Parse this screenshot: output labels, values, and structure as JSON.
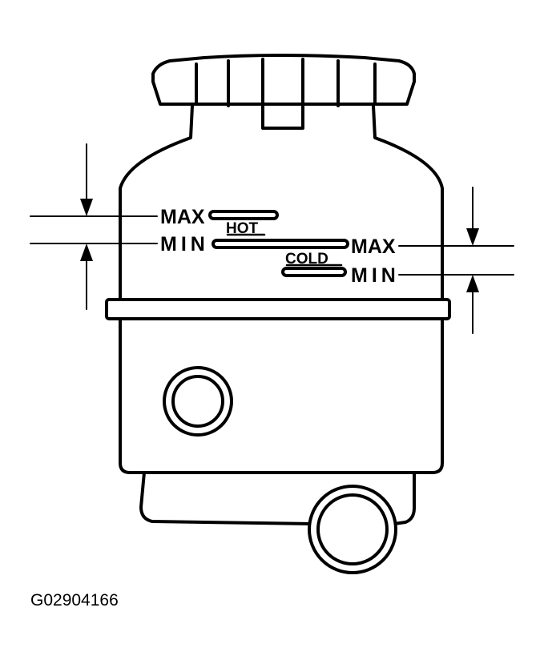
{
  "labels": {
    "hot": {
      "state": "HOT",
      "max": "MAX",
      "min": "MIN"
    },
    "cold": {
      "state": "COLD",
      "max": "MAX",
      "min": "MIN"
    }
  },
  "figure_id": "G02904166"
}
